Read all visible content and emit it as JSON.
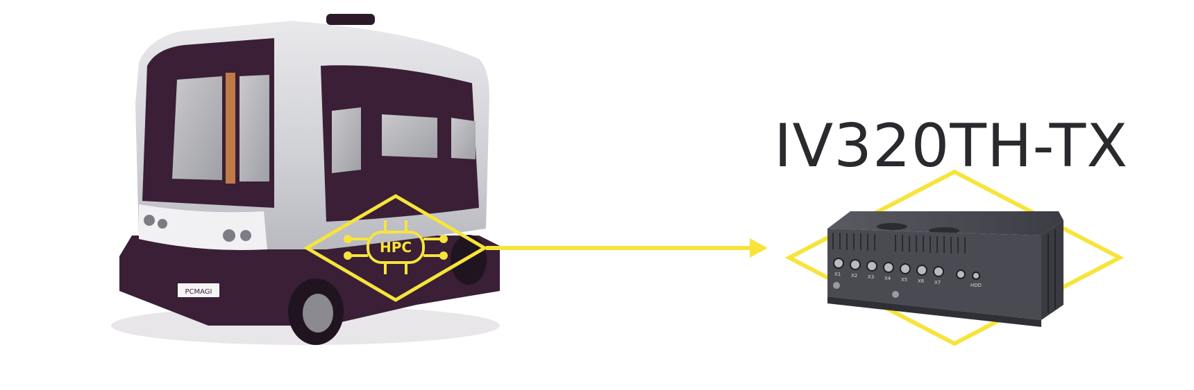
{
  "product": {
    "model_name": "IV320TH-TX"
  },
  "vehicle": {
    "badge_text": "HPC",
    "plate_text": "PCMAGI"
  },
  "device": {
    "port_labels": [
      "X1",
      "X2",
      "X3",
      "X4",
      "X5",
      "X6",
      "X7"
    ],
    "side_labels": [
      "HDD"
    ]
  },
  "colors": {
    "accent": "#f7e43b",
    "vehicle_body": "#d8d9dd",
    "vehicle_dark": "#3a1f36",
    "device_body": "#4a4a52",
    "title_text": "#2a2a2e"
  },
  "icons": {
    "badge": "circuit-chip-icon",
    "arrow": "arrow-right-icon"
  }
}
